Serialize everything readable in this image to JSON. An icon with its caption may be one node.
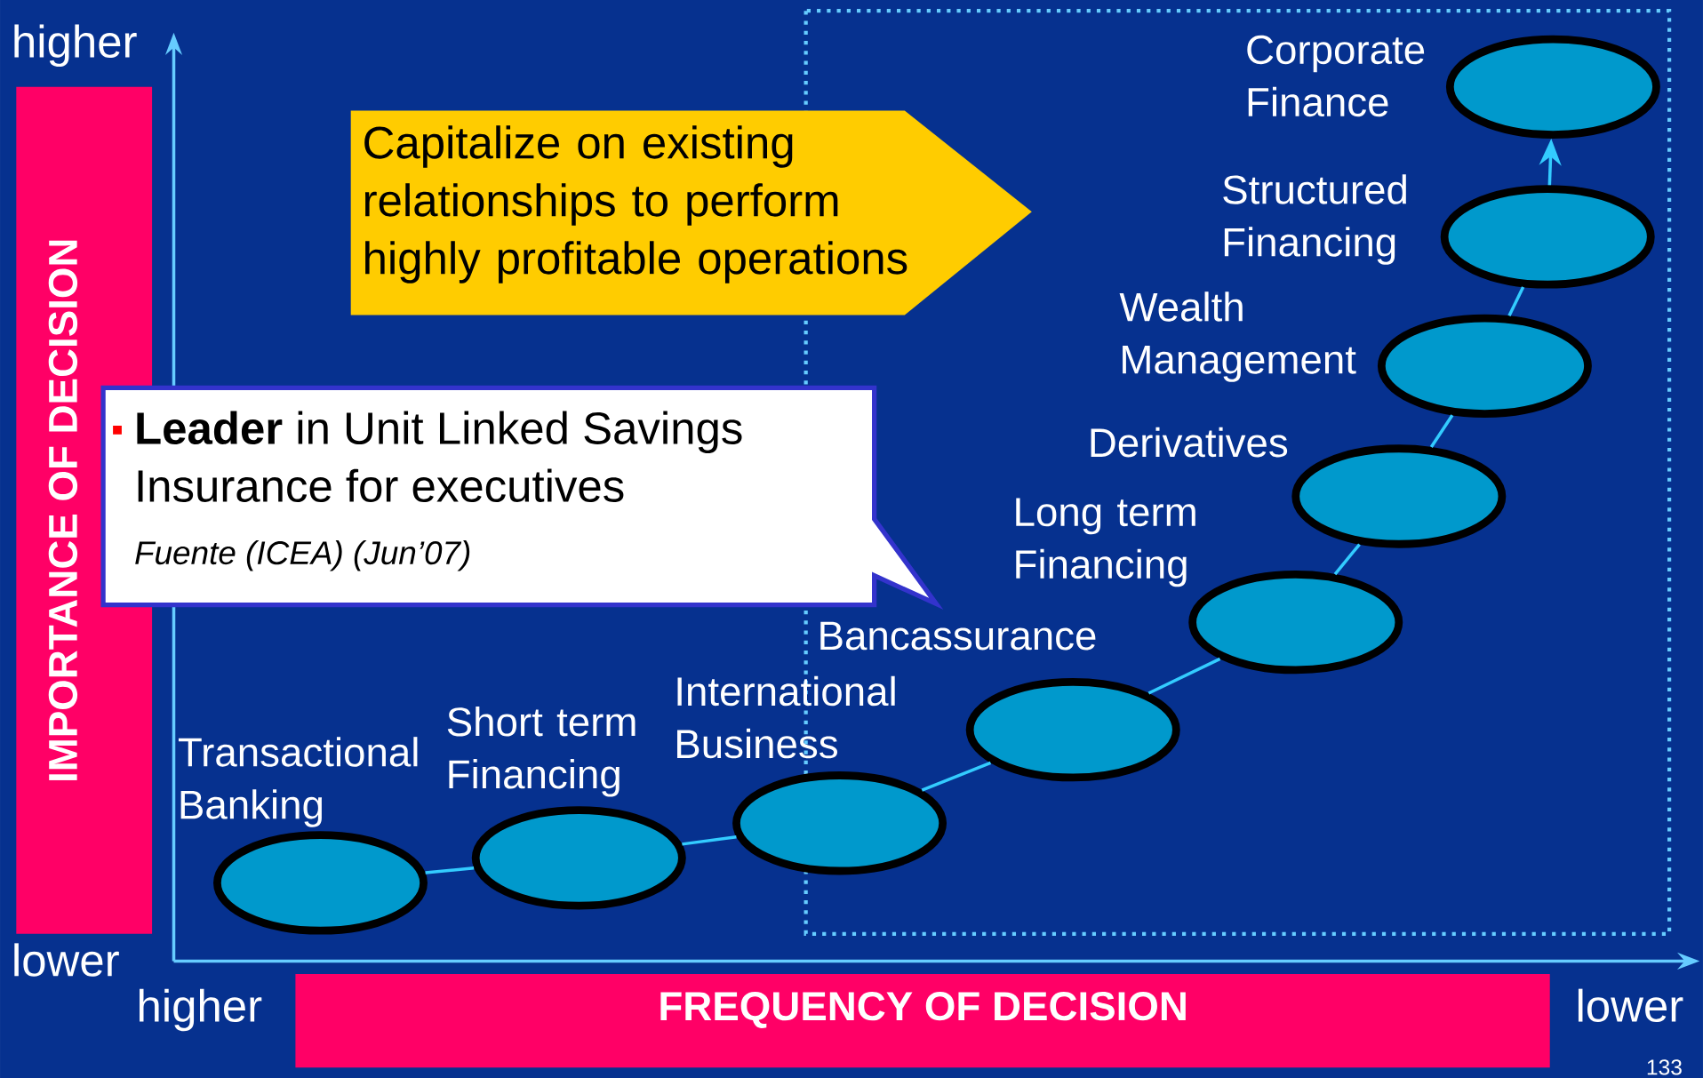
{
  "diagram": {
    "nodes": [
      {
        "text": [
          "IMPORTANCE OF DECISION"
        ]
      },
      {
        "text": [
          "Capitalize on existing relationships to perform highly profitable operations"
        ]
      },
      {
        "text": [
          "**Leader** in Unit Linked Savings Insurance for executives",
          "Fuente (ICEA)  (Jun’07)"
        ]
      },
      {
        "text": [],
        "shape": "ellipse",
        "beside": [
          "Transactional Banking"
        ]
      },
      {
        "text": [],
        "shape": "ellipse",
        "beside": [
          "Short term Financing"
        ]
      },
      {
        "text": [],
        "shape": "ellipse",
        "beside": [
          "International Business"
        ]
      },
      {
        "text": [],
        "shape": "ellipse",
        "beside": [
          "Bancassurance"
        ]
      },
      {
        "text": [],
        "shape": "ellipse",
        "beside": [
          "Long term Financing"
        ]
      },
      {
        "text": [],
        "shape": "ellipse",
        "beside": [
          "Derivatives"
        ]
      },
      {
        "text": [],
        "shape": "ellipse",
        "beside": [
          "Wealth Management"
        ]
      },
      {
        "text": [],
        "shape": "ellipse",
        "beside": [
          "Structured Financing"
        ]
      },
      {
        "text": [],
        "shape": "ellipse",
        "beside": [
          "Corporate Finance"
        ]
      },
      {
        "text": [
          "FREQUENCY OF DECISION"
        ]
      }
    ],
    "edges": [
      {
        "from": 3,
        "to": 4,
        "arrow": "none"
      },
      {
        "from": 4,
        "to": 5,
        "arrow": "none"
      },
      {
        "from": 5,
        "to": 6,
        "arrow": "none"
      },
      {
        "from": 6,
        "to": 7,
        "arrow": "none"
      },
      {
        "from": 7,
        "to": 8,
        "arrow": "none"
      },
      {
        "from": 8,
        "to": 9,
        "arrow": "none"
      },
      {
        "from": 9,
        "to": 10,
        "arrow": "none"
      },
      {
        "from": 10,
        "to": 11,
        "arrow": "to"
      }
    ],
    "labels": [
      "higher",
      "lower",
      "higher",
      "lower",
      "133"
    ]
  }
}
